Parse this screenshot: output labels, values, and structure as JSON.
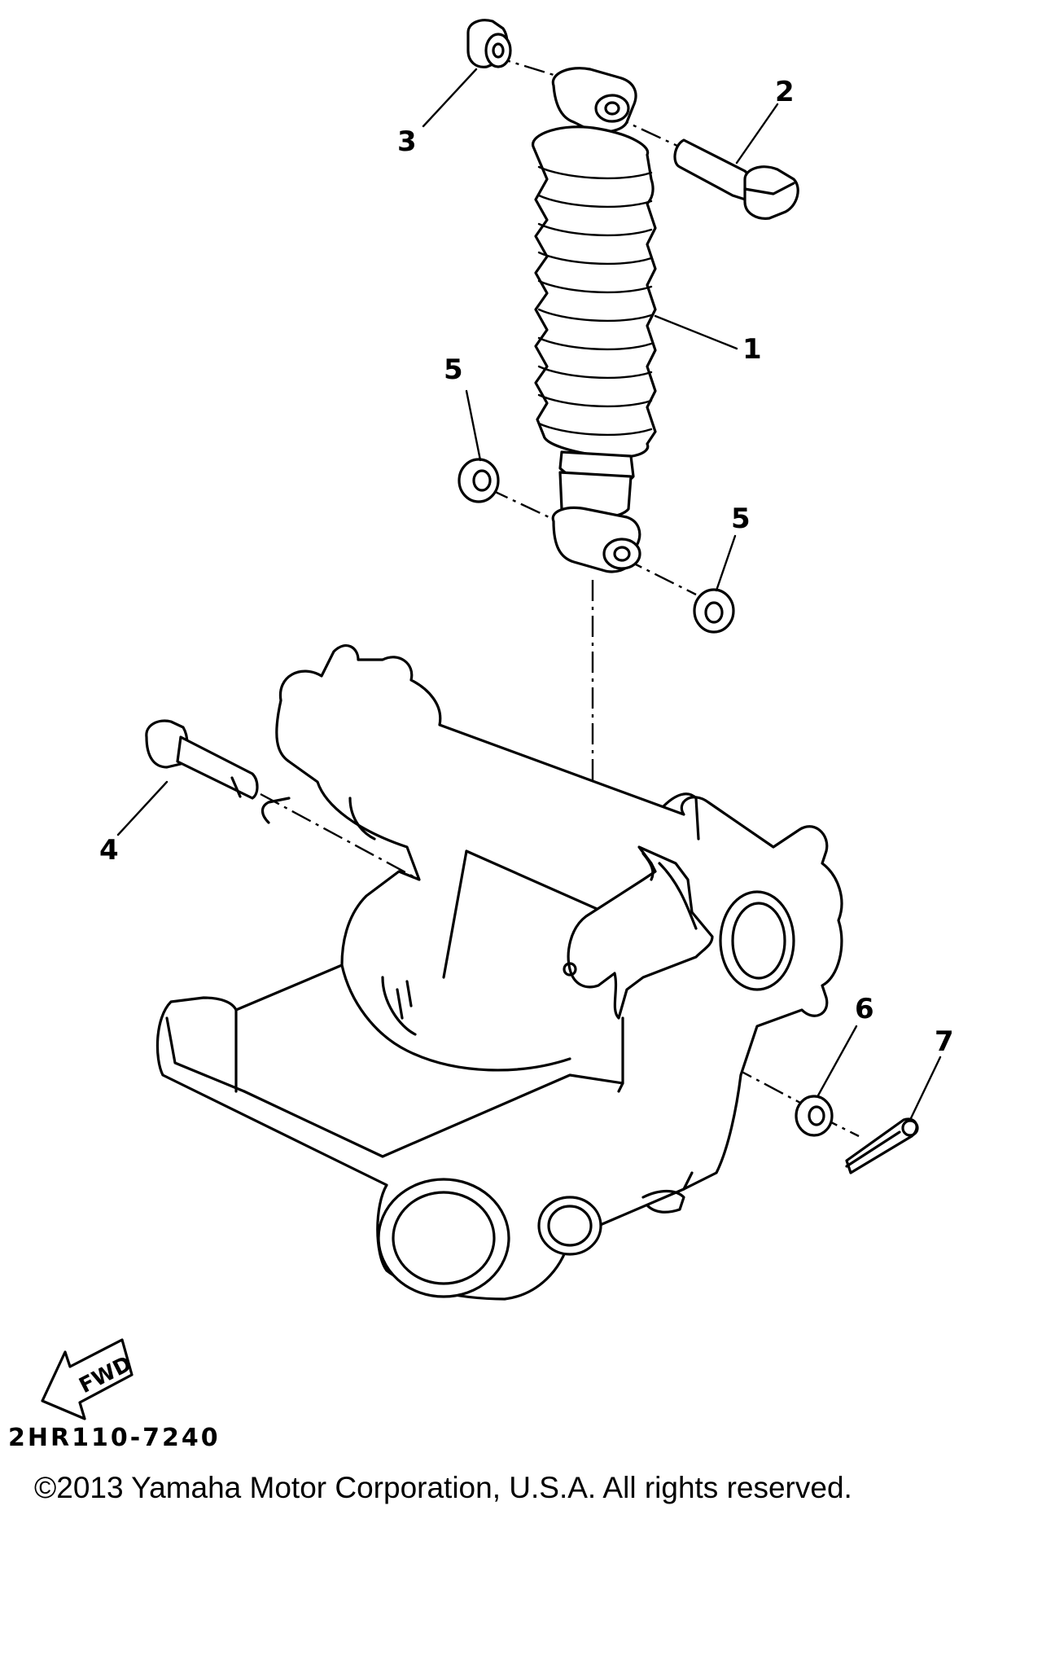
{
  "callouts": {
    "c1": "1",
    "c2": "2",
    "c3": "3",
    "c4": "4",
    "c5a": "5",
    "c5b": "5",
    "c6": "6",
    "c7": "7"
  },
  "fwd_label": "FWD",
  "diagram_code": "2HR110-7240",
  "copyright": "©2013 Yamaha Motor Corporation, U.S.A. All rights reserved."
}
